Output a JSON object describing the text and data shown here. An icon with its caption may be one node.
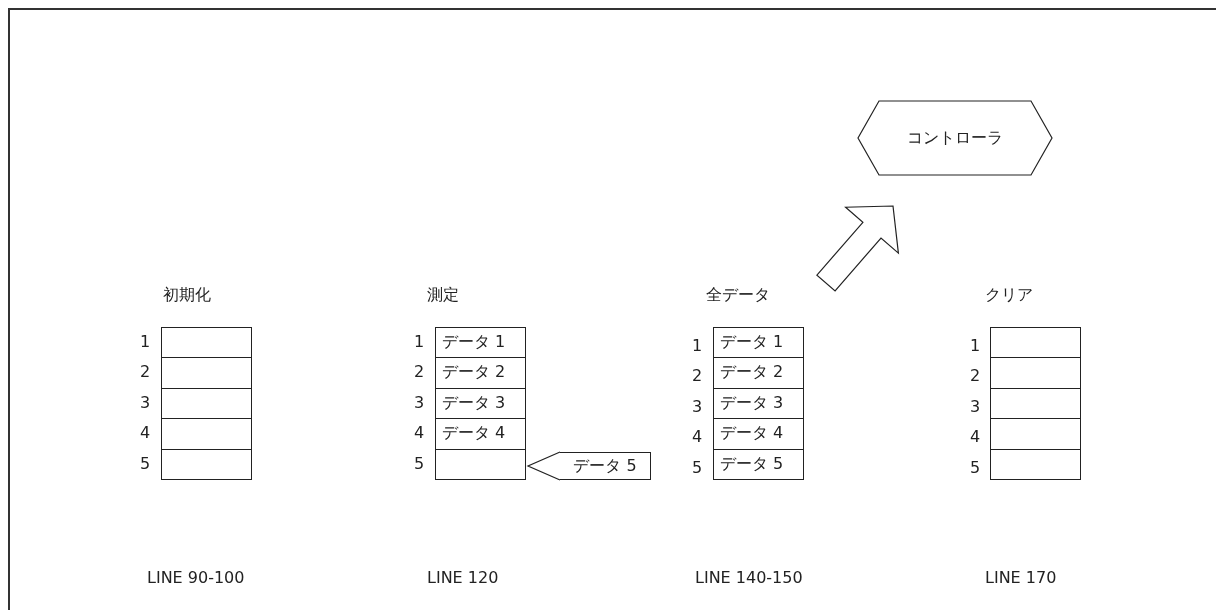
{
  "diagram": {
    "nodes": [
      {
        "text": [
          "コントローラ"
        ]
      },
      {
        "text": [
          "初期化"
        ]
      },
      {
        "text": [],
        "shape": "box",
        "in": 1
      },
      {
        "text": [],
        "shape": "box",
        "in": 1
      },
      {
        "text": [],
        "shape": "box",
        "in": 1
      },
      {
        "text": [],
        "shape": "box",
        "in": 1
      },
      {
        "text": [],
        "shape": "box",
        "in": 1
      },
      {
        "text": [
          "測定"
        ]
      },
      {
        "text": [
          "データ 1"
        ],
        "in": 7
      },
      {
        "text": [
          "データ 2"
        ],
        "in": 7
      },
      {
        "text": [
          "データ 3"
        ],
        "in": 7
      },
      {
        "text": [
          "データ 4"
        ],
        "in": 7
      },
      {
        "text": [],
        "shape": "box",
        "in": 7
      },
      {
        "text": [
          "データ 5"
        ]
      },
      {
        "text": [
          "全データ"
        ]
      },
      {
        "text": [
          "データ 1"
        ],
        "in": 14
      },
      {
        "text": [
          "データ 2"
        ],
        "in": 14
      },
      {
        "text": [
          "データ 3"
        ],
        "in": 14
      },
      {
        "text": [
          "データ 4"
        ],
        "in": 14
      },
      {
        "text": [
          "データ 5"
        ],
        "in": 14
      },
      {
        "text": [
          "クリア"
        ]
      },
      {
        "text": [],
        "shape": "box",
        "in": 20
      },
      {
        "text": [],
        "shape": "box",
        "in": 20
      },
      {
        "text": [],
        "shape": "box",
        "in": 20
      },
      {
        "text": [],
        "shape": "box",
        "in": 20
      },
      {
        "text": [],
        "shape": "box",
        "in": 20
      }
    ],
    "edges": [
      {
        "from": 13,
        "to": 12,
        "arrow": "to"
      },
      {
        "from": 14,
        "to": 0,
        "arrow": "to"
      }
    ],
    "labels": [
      "1",
      "2",
      "3",
      "4",
      "5",
      "1",
      "2",
      "3",
      "4",
      "5",
      "1",
      "2",
      "3",
      "4",
      "5",
      "1",
      "2",
      "3",
      "4",
      "5",
      "LINE 90-100",
      "LINE 120",
      "LINE 140-150",
      "LINE 170"
    ]
  }
}
